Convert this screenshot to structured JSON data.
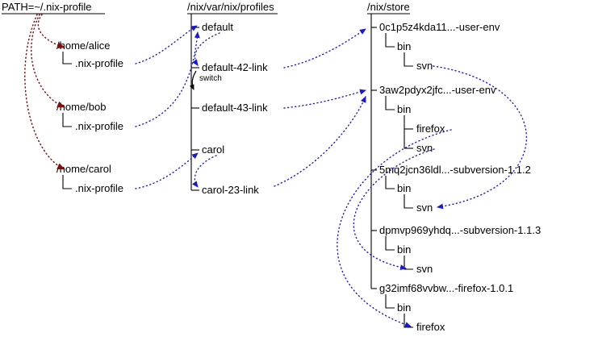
{
  "headers": {
    "path": "PATH=~/.nix-profile",
    "profiles": "/nix/var/nix/profiles",
    "store": "/nix/store"
  },
  "homes": {
    "alice": {
      "dir": "/home/alice",
      "profile_link": ".nix-profile"
    },
    "bob": {
      "dir": "/home/bob",
      "profile_link": ".nix-profile"
    },
    "carol": {
      "dir": "/home/carol",
      "profile_link": ".nix-profile"
    }
  },
  "profiles": {
    "default": "default",
    "default_42_link": "default-42-link",
    "switch": "switch",
    "default_43_link": "default-43-link",
    "carol": "carol",
    "carol_23_link": "carol-23-link"
  },
  "store": {
    "user_env_42": {
      "label": "0c1p5z4kda11...-user-env",
      "bin": "bin",
      "svn": "svn"
    },
    "user_env_43": {
      "label": "3aw2pdyx2jfc...-user-env",
      "bin": "bin",
      "firefox": "firefox",
      "svn": "svn"
    },
    "subversion_112": {
      "label": "5mq2jcn36ldl...-subversion-1.1.2",
      "bin": "bin",
      "svn": "svn"
    },
    "subversion_113": {
      "label": "dpmvp969yhdq...-subversion-1.1.3",
      "bin": "bin",
      "svn": "svn"
    },
    "firefox_101": {
      "label": "g32imf68vvbw...-firefox-1.0.1",
      "bin": "bin",
      "firefox": "firefox"
    }
  },
  "colors": {
    "symlink_arrow": "#1a1acd",
    "path_arrow": "#7f1010",
    "tree_line": "#000000"
  }
}
